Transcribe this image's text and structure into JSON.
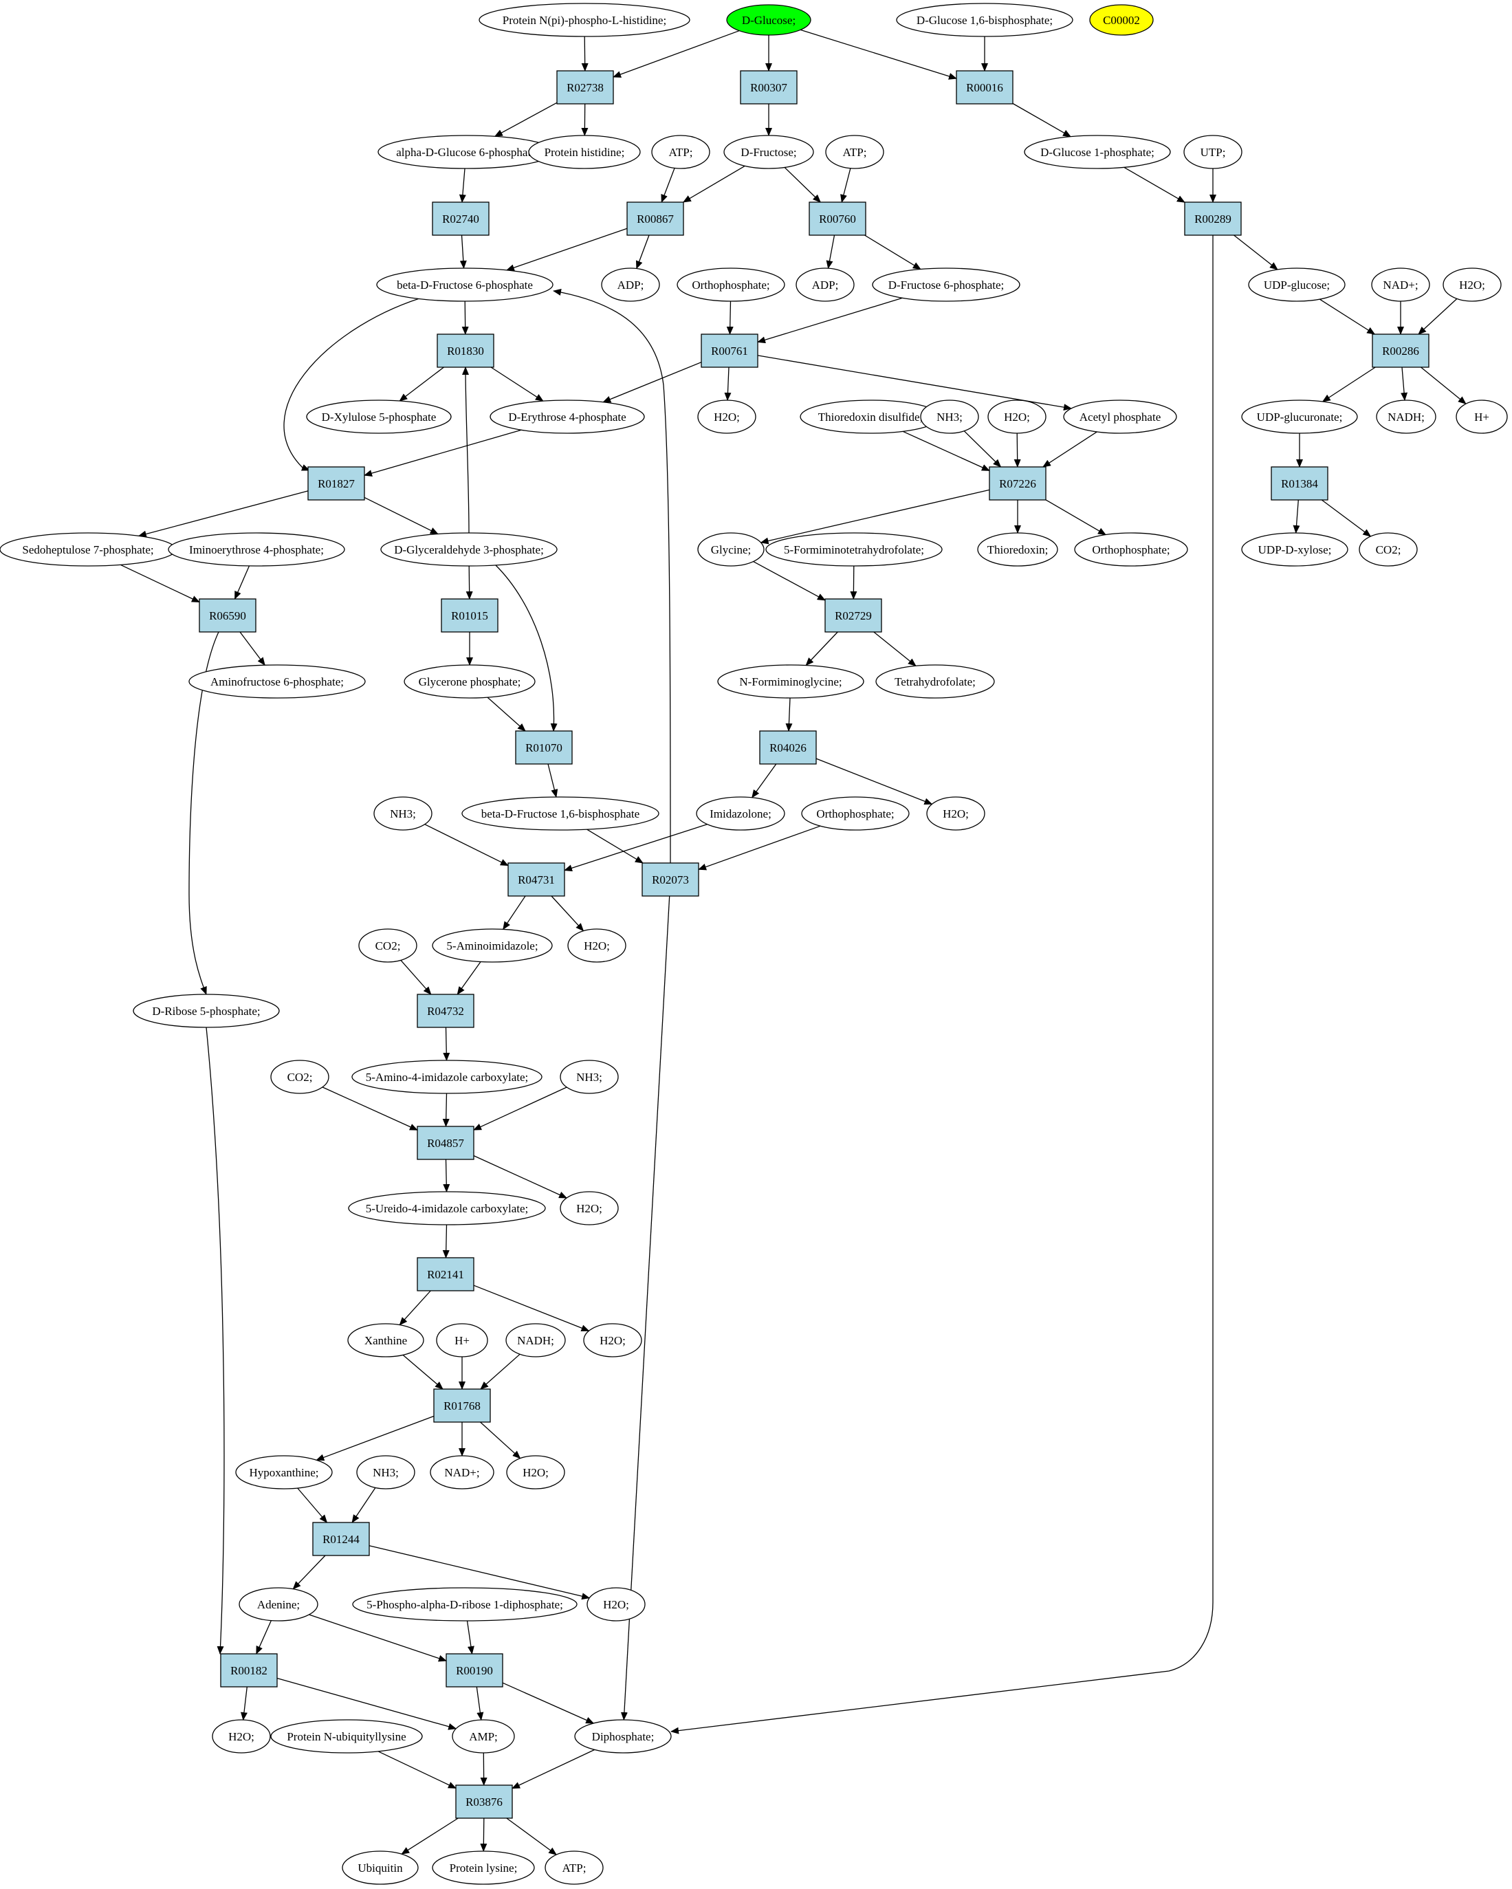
{
  "colors": {
    "background": "#ffffff",
    "reaction_fill": "#add8e6",
    "compound_fill": "#ffffff",
    "start_fill": "#00ff00",
    "extra_fill": "#ffff00",
    "stroke": "#000000"
  },
  "nodes": [
    {
      "id": "c_protNpi",
      "type": "compound",
      "label": "Protein N(pi)-phospho-L-histidine;"
    },
    {
      "id": "c_glucose",
      "type": "start",
      "label": "D-Glucose;"
    },
    {
      "id": "c_glc16bp",
      "type": "compound",
      "label": "D-Glucose 1,6-bisphosphate;"
    },
    {
      "id": "c_C00002",
      "type": "extra",
      "label": "C00002"
    },
    {
      "id": "r_R02738",
      "type": "reaction",
      "label": "R02738"
    },
    {
      "id": "r_R00307",
      "type": "reaction",
      "label": "R00307"
    },
    {
      "id": "r_R00016",
      "type": "reaction",
      "label": "R00016"
    },
    {
      "id": "c_aglc6p",
      "type": "compound",
      "label": "alpha-D-Glucose 6-phosphate"
    },
    {
      "id": "c_protHis",
      "type": "compound",
      "label": "Protein histidine;"
    },
    {
      "id": "c_atp1",
      "type": "compound",
      "label": "ATP;"
    },
    {
      "id": "c_fructose",
      "type": "compound",
      "label": "D-Fructose;"
    },
    {
      "id": "c_atp2",
      "type": "compound",
      "label": "ATP;"
    },
    {
      "id": "c_glc1p",
      "type": "compound",
      "label": "D-Glucose 1-phosphate;"
    },
    {
      "id": "c_utp",
      "type": "compound",
      "label": "UTP;"
    },
    {
      "id": "r_R02740",
      "type": "reaction",
      "label": "R02740"
    },
    {
      "id": "r_R00867",
      "type": "reaction",
      "label": "R00867"
    },
    {
      "id": "r_R00760",
      "type": "reaction",
      "label": "R00760"
    },
    {
      "id": "r_R00289",
      "type": "reaction",
      "label": "R00289"
    },
    {
      "id": "c_bfru6p",
      "type": "compound",
      "label": "beta-D-Fructose 6-phosphate"
    },
    {
      "id": "c_adp1",
      "type": "compound",
      "label": "ADP;"
    },
    {
      "id": "c_orthoA",
      "type": "compound",
      "label": "Orthophosphate;"
    },
    {
      "id": "c_adp2",
      "type": "compound",
      "label": "ADP;"
    },
    {
      "id": "c_fru6p",
      "type": "compound",
      "label": "D-Fructose 6-phosphate;"
    },
    {
      "id": "c_udpglc",
      "type": "compound",
      "label": "UDP-glucose;"
    },
    {
      "id": "c_nad1",
      "type": "compound",
      "label": "NAD+;"
    },
    {
      "id": "c_h2oA",
      "type": "compound",
      "label": "H2O;"
    },
    {
      "id": "r_R01830",
      "type": "reaction",
      "label": "R01830"
    },
    {
      "id": "r_R00761",
      "type": "reaction",
      "label": "R00761"
    },
    {
      "id": "r_R00286",
      "type": "reaction",
      "label": "R00286"
    },
    {
      "id": "c_xylu5p",
      "type": "compound",
      "label": "D-Xylulose 5-phosphate"
    },
    {
      "id": "c_ery4p",
      "type": "compound",
      "label": "D-Erythrose 4-phosphate"
    },
    {
      "id": "c_h2oB",
      "type": "compound",
      "label": "H2O;"
    },
    {
      "id": "c_trxss",
      "type": "compound",
      "label": "Thioredoxin disulfide;"
    },
    {
      "id": "c_nh3A",
      "type": "compound",
      "label": "NH3;"
    },
    {
      "id": "c_h2oC",
      "type": "compound",
      "label": "H2O;"
    },
    {
      "id": "c_acp",
      "type": "compound",
      "label": "Acetyl phosphate"
    },
    {
      "id": "c_udpglcA",
      "type": "compound",
      "label": "UDP-glucuronate;"
    },
    {
      "id": "c_nadh1",
      "type": "compound",
      "label": "NADH;"
    },
    {
      "id": "c_h1",
      "type": "compound",
      "label": "H+"
    },
    {
      "id": "r_R01827",
      "type": "reaction",
      "label": "R01827"
    },
    {
      "id": "r_R07226",
      "type": "reaction",
      "label": "R07226"
    },
    {
      "id": "r_R01384",
      "type": "reaction",
      "label": "R01384"
    },
    {
      "id": "c_sed7p",
      "type": "compound",
      "label": "Sedoheptulose 7-phosphate;"
    },
    {
      "id": "c_iminoery",
      "type": "compound",
      "label": "Iminoerythrose 4-phosphate;"
    },
    {
      "id": "c_ga3p",
      "type": "compound",
      "label": "D-Glyceraldehyde 3-phosphate;"
    },
    {
      "id": "c_glycine",
      "type": "compound",
      "label": "Glycine;"
    },
    {
      "id": "c_5fthf",
      "type": "compound",
      "label": "5-Formiminotetrahydrofolate;"
    },
    {
      "id": "c_trx",
      "type": "compound",
      "label": "Thioredoxin;"
    },
    {
      "id": "c_orthoB",
      "type": "compound",
      "label": "Orthophosphate;"
    },
    {
      "id": "c_udpxyl",
      "type": "compound",
      "label": "UDP-D-xylose;"
    },
    {
      "id": "c_co2A",
      "type": "compound",
      "label": "CO2;"
    },
    {
      "id": "r_R06590",
      "type": "reaction",
      "label": "R06590"
    },
    {
      "id": "r_R01015",
      "type": "reaction",
      "label": "R01015"
    },
    {
      "id": "r_R02729",
      "type": "reaction",
      "label": "R02729"
    },
    {
      "id": "c_aminofru",
      "type": "compound",
      "label": "Aminofructose 6-phosphate;"
    },
    {
      "id": "c_dhap",
      "type": "compound",
      "label": "Glycerone phosphate;"
    },
    {
      "id": "c_nfgly",
      "type": "compound",
      "label": "N-Formiminoglycine;"
    },
    {
      "id": "c_thf",
      "type": "compound",
      "label": "Tetrahydrofolate;"
    },
    {
      "id": "r_R01070",
      "type": "reaction",
      "label": "R01070"
    },
    {
      "id": "r_R04026",
      "type": "reaction",
      "label": "R04026"
    },
    {
      "id": "c_nh3B",
      "type": "compound",
      "label": "NH3;"
    },
    {
      "id": "c_fbp",
      "type": "compound",
      "label": "beta-D-Fructose 1,6-bisphosphate"
    },
    {
      "id": "c_imidaz",
      "type": "compound",
      "label": "Imidazolone;"
    },
    {
      "id": "c_orthoC",
      "type": "compound",
      "label": "Orthophosphate;"
    },
    {
      "id": "c_h2oD",
      "type": "compound",
      "label": "H2O;"
    },
    {
      "id": "r_R04731",
      "type": "reaction",
      "label": "R04731"
    },
    {
      "id": "r_R02073",
      "type": "reaction",
      "label": "R02073"
    },
    {
      "id": "c_co2B",
      "type": "compound",
      "label": "CO2;"
    },
    {
      "id": "c_5ai",
      "type": "compound",
      "label": "5-Aminoimidazole;"
    },
    {
      "id": "c_h2oE",
      "type": "compound",
      "label": "H2O;"
    },
    {
      "id": "r_R04732",
      "type": "reaction",
      "label": "R04732"
    },
    {
      "id": "c_r5p",
      "type": "compound",
      "label": "D-Ribose 5-phosphate;"
    },
    {
      "id": "c_co2C",
      "type": "compound",
      "label": "CO2;"
    },
    {
      "id": "c_5a4ic",
      "type": "compound",
      "label": "5-Amino-4-imidazole carboxylate;"
    },
    {
      "id": "c_nh3C",
      "type": "compound",
      "label": "NH3;"
    },
    {
      "id": "r_R04857",
      "type": "reaction",
      "label": "R04857"
    },
    {
      "id": "c_5u4ic",
      "type": "compound",
      "label": "5-Ureido-4-imidazole carboxylate;"
    },
    {
      "id": "c_h2oF",
      "type": "compound",
      "label": "H2O;"
    },
    {
      "id": "r_R02141",
      "type": "reaction",
      "label": "R02141"
    },
    {
      "id": "c_xanthine",
      "type": "compound",
      "label": "Xanthine"
    },
    {
      "id": "c_h2",
      "type": "compound",
      "label": "H+"
    },
    {
      "id": "c_nadh2",
      "type": "compound",
      "label": "NADH;"
    },
    {
      "id": "c_h2oG",
      "type": "compound",
      "label": "H2O;"
    },
    {
      "id": "r_R01768",
      "type": "reaction",
      "label": "R01768"
    },
    {
      "id": "c_hypox",
      "type": "compound",
      "label": "Hypoxanthine;"
    },
    {
      "id": "c_nh3D",
      "type": "compound",
      "label": "NH3;"
    },
    {
      "id": "c_nad2",
      "type": "compound",
      "label": "NAD+;"
    },
    {
      "id": "c_h2oH",
      "type": "compound",
      "label": "H2O;"
    },
    {
      "id": "r_R01244",
      "type": "reaction",
      "label": "R01244"
    },
    {
      "id": "c_adenine",
      "type": "compound",
      "label": "Adenine;"
    },
    {
      "id": "c_prpp",
      "type": "compound",
      "label": "5-Phospho-alpha-D-ribose 1-diphosphate;"
    },
    {
      "id": "c_h2oI",
      "type": "compound",
      "label": "H2O;"
    },
    {
      "id": "r_R00182",
      "type": "reaction",
      "label": "R00182"
    },
    {
      "id": "r_R00190",
      "type": "reaction",
      "label": "R00190"
    },
    {
      "id": "c_h2oJ",
      "type": "compound",
      "label": "H2O;"
    },
    {
      "id": "c_protUb",
      "type": "compound",
      "label": "Protein N-ubiquityllysine"
    },
    {
      "id": "c_amp",
      "type": "compound",
      "label": "AMP;"
    },
    {
      "id": "c_diphos",
      "type": "compound",
      "label": "Diphosphate;"
    },
    {
      "id": "r_R03876",
      "type": "reaction",
      "label": "R03876"
    },
    {
      "id": "c_ubiquitin",
      "type": "compound",
      "label": "Ubiquitin"
    },
    {
      "id": "c_protLys",
      "type": "compound",
      "label": "Protein lysine;"
    },
    {
      "id": "c_atp3",
      "type": "compound",
      "label": "ATP;"
    }
  ],
  "edges": [
    [
      "c_protNpi",
      "r_R02738"
    ],
    [
      "c_glucose",
      "r_R02738"
    ],
    [
      "c_glucose",
      "r_R00307"
    ],
    [
      "c_glucose",
      "r_R00016"
    ],
    [
      "c_glc16bp",
      "r_R00016"
    ],
    [
      "r_R02738",
      "c_aglc6p"
    ],
    [
      "r_R02738",
      "c_protHis"
    ],
    [
      "r_R00307",
      "c_fructose"
    ],
    [
      "r_R00016",
      "c_glc1p"
    ],
    [
      "c_aglc6p",
      "r_R02740"
    ],
    [
      "c_atp1",
      "r_R00867"
    ],
    [
      "c_fructose",
      "r_R00867"
    ],
    [
      "c_fructose",
      "r_R00760"
    ],
    [
      "c_atp2",
      "r_R00760"
    ],
    [
      "c_glc1p",
      "r_R00289"
    ],
    [
      "c_utp",
      "r_R00289"
    ],
    [
      "r_R02740",
      "c_bfru6p"
    ],
    [
      "r_R00867",
      "c_bfru6p"
    ],
    [
      "r_R00867",
      "c_adp1"
    ],
    [
      "r_R00760",
      "c_adp2"
    ],
    [
      "r_R00760",
      "c_fru6p"
    ],
    [
      "r_R00289",
      "c_udpglc"
    ],
    [
      "r_R00289",
      "c_diphos"
    ],
    [
      "c_bfru6p",
      "r_R01830"
    ],
    [
      "c_bfru6p",
      "r_R01827"
    ],
    [
      "c_orthoA",
      "r_R00761"
    ],
    [
      "c_fru6p",
      "r_R00761"
    ],
    [
      "c_udpglc",
      "r_R00286"
    ],
    [
      "c_nad1",
      "r_R00286"
    ],
    [
      "c_h2oA",
      "r_R00286"
    ],
    [
      "r_R01830",
      "c_xylu5p"
    ],
    [
      "r_R01830",
      "c_ery4p"
    ],
    [
      "r_R00761",
      "c_ery4p"
    ],
    [
      "r_R00761",
      "c_h2oB"
    ],
    [
      "r_R00761",
      "c_acp"
    ],
    [
      "r_R00286",
      "c_udpglcA"
    ],
    [
      "r_R00286",
      "c_nadh1"
    ],
    [
      "r_R00286",
      "c_h1"
    ],
    [
      "c_ery4p",
      "r_R01827"
    ],
    [
      "c_trxss",
      "r_R07226"
    ],
    [
      "c_nh3A",
      "r_R07226"
    ],
    [
      "c_h2oC",
      "r_R07226"
    ],
    [
      "c_acp",
      "r_R07226"
    ],
    [
      "c_udpglcA",
      "r_R01384"
    ],
    [
      "r_R01827",
      "c_sed7p"
    ],
    [
      "r_R01827",
      "c_ga3p"
    ],
    [
      "c_ga3p",
      "r_R01830"
    ],
    [
      "r_R07226",
      "c_glycine"
    ],
    [
      "r_R07226",
      "c_trx"
    ],
    [
      "r_R07226",
      "c_orthoB"
    ],
    [
      "r_R01384",
      "c_udpxyl"
    ],
    [
      "r_R01384",
      "c_co2A"
    ],
    [
      "c_sed7p",
      "r_R06590"
    ],
    [
      "c_iminoery",
      "r_R06590"
    ],
    [
      "c_ga3p",
      "r_R01015"
    ],
    [
      "c_ga3p",
      "r_R01070"
    ],
    [
      "c_glycine",
      "r_R02729"
    ],
    [
      "c_5fthf",
      "r_R02729"
    ],
    [
      "r_R06590",
      "c_aminofru"
    ],
    [
      "r_R06590",
      "c_r5p"
    ],
    [
      "r_R01015",
      "c_dhap"
    ],
    [
      "r_R02729",
      "c_nfgly"
    ],
    [
      "r_R02729",
      "c_thf"
    ],
    [
      "c_dhap",
      "r_R01070"
    ],
    [
      "c_nfgly",
      "r_R04026"
    ],
    [
      "r_R01070",
      "c_fbp"
    ],
    [
      "r_R04026",
      "c_imidaz"
    ],
    [
      "r_R04026",
      "c_h2oD"
    ],
    [
      "c_nh3B",
      "r_R04731"
    ],
    [
      "c_imidaz",
      "r_R04731"
    ],
    [
      "c_fbp",
      "r_R02073"
    ],
    [
      "c_orthoC",
      "r_R02073"
    ],
    [
      "r_R02073",
      "c_bfru6p"
    ],
    [
      "r_R02073",
      "c_diphos"
    ],
    [
      "r_R04731",
      "c_5ai"
    ],
    [
      "r_R04731",
      "c_h2oE"
    ],
    [
      "c_co2B",
      "r_R04732"
    ],
    [
      "c_5ai",
      "r_R04732"
    ],
    [
      "r_R04732",
      "c_5a4ic"
    ],
    [
      "c_co2C",
      "r_R04857"
    ],
    [
      "c_5a4ic",
      "r_R04857"
    ],
    [
      "c_nh3C",
      "r_R04857"
    ],
    [
      "r_R04857",
      "c_5u4ic"
    ],
    [
      "r_R04857",
      "c_h2oF"
    ],
    [
      "c_5u4ic",
      "r_R02141"
    ],
    [
      "r_R02141",
      "c_xanthine"
    ],
    [
      "r_R02141",
      "c_h2oG"
    ],
    [
      "c_xanthine",
      "r_R01768"
    ],
    [
      "c_h2",
      "r_R01768"
    ],
    [
      "c_nadh2",
      "r_R01768"
    ],
    [
      "r_R01768",
      "c_hypox"
    ],
    [
      "r_R01768",
      "c_nad2"
    ],
    [
      "r_R01768",
      "c_h2oH"
    ],
    [
      "c_hypox",
      "r_R01244"
    ],
    [
      "c_nh3D",
      "r_R01244"
    ],
    [
      "r_R01244",
      "c_adenine"
    ],
    [
      "r_R01244",
      "c_h2oI"
    ],
    [
      "c_r5p",
      "r_R00182"
    ],
    [
      "c_adenine",
      "r_R00182"
    ],
    [
      "c_adenine",
      "r_R00190"
    ],
    [
      "c_prpp",
      "r_R00190"
    ],
    [
      "r_R00182",
      "c_h2oJ"
    ],
    [
      "r_R00182",
      "c_amp"
    ],
    [
      "r_R00190",
      "c_amp"
    ],
    [
      "r_R00190",
      "c_diphos"
    ],
    [
      "c_protUb",
      "r_R03876"
    ],
    [
      "c_amp",
      "r_R03876"
    ],
    [
      "c_diphos",
      "r_R03876"
    ],
    [
      "r_R03876",
      "c_ubiquitin"
    ],
    [
      "r_R03876",
      "c_protLys"
    ],
    [
      "r_R03876",
      "c_atp3"
    ]
  ]
}
